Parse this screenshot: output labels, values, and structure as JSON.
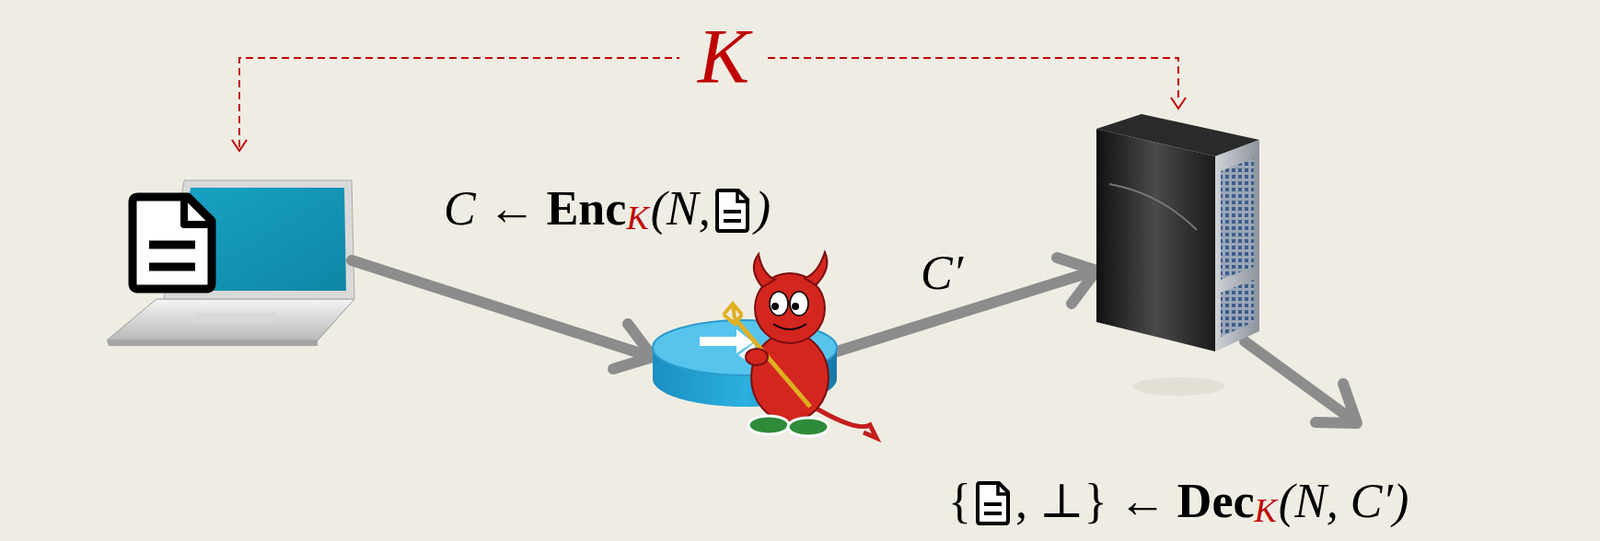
{
  "diagram": {
    "labels": [
      "K",
      "C ←",
      "Enc",
      "K",
      "(N,",
      ")",
      "C′",
      "{",
      ", ⊥}",
      "←",
      "Dec",
      "K",
      "(N, C′)"
    ]
  }
}
